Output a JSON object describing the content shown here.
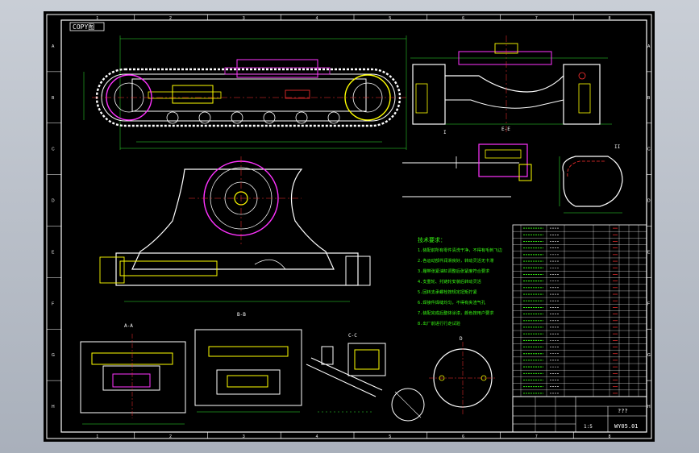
{
  "drawing": {
    "stamp": "COPY图",
    "title_block_name": "???",
    "drawing_no": "WY05.01",
    "scale_text": "1:5",
    "grid_cols": [
      "1",
      "2",
      "3",
      "4",
      "5",
      "6",
      "7",
      "8"
    ],
    "grid_rows": [
      "A",
      "B",
      "C",
      "D",
      "E",
      "F",
      "G",
      "H"
    ],
    "section_labels": [
      "A-A",
      "B-B",
      "C-C",
      "D",
      "E-E",
      "I",
      "II"
    ],
    "tech_req_title": "技术要求：",
    "tech_req_lines": [
      "1.装配前所有零件清洗干净，不得有毛刺飞边",
      "2.各运动部件润滑良好，转动灵活无卡滞",
      "3.履带张紧油缸调整后张紧度符合要求",
      "4.支重轮、托链轮安装后转动灵活",
      "5.回转支承螺栓按规定扭矩拧紧",
      "6.焊接件焊缝均匀，不得有夹渣气孔",
      "7.装配完成后整体涂漆，颜色按用户要求",
      "8.出厂前进行行走试验"
    ],
    "bom_rows": 26
  },
  "colors": {
    "line": "#ffffff",
    "dim": "#2ee62e",
    "cyan": "#00e5ff",
    "yellow": "#ffff00",
    "magenta": "#ff33ff",
    "red": "#ff3030",
    "text": "#39ff14"
  }
}
